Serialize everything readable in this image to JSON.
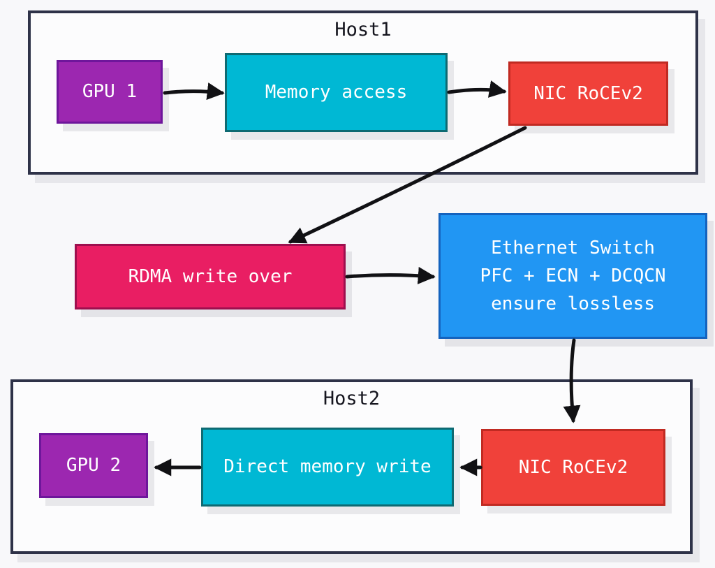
{
  "canvas": {
    "background": "#F8F8FA",
    "arrow_color": "#111114",
    "host_border_color": "#2E3248",
    "host_fill": "#FCFCFD"
  },
  "host1": {
    "title": "Host1"
  },
  "host2": {
    "title": "Host2"
  },
  "nodes": {
    "gpu1": {
      "label": "GPU 1",
      "fill": "#9C27B0",
      "border": "#6E169B",
      "style": "background:#9C27B0;border-color:#6E169B"
    },
    "memory_access": {
      "label": "Memory access",
      "fill": "#00B8D4",
      "border": "#0E6A72",
      "style": "background:#00B8D4;border-color:#0E6A72"
    },
    "nic1": {
      "label": "NIC RoCEv2",
      "fill": "#F0413A",
      "border": "#C02A22",
      "style": "background:#F0413A;border-color:#C02A22"
    },
    "rdma": {
      "label": "RDMA write over",
      "fill": "#E91E63",
      "border": "#9E0F4E",
      "style": "background:#E91E63;border-color:#9E0F4E"
    },
    "eth_switch": {
      "lines": [
        "Ethernet Switch",
        "PFC + ECN + DCQCN",
        "ensure lossless"
      ],
      "fill": "#2196F3",
      "border": "#1463BE",
      "style": "background:#2196F3;border-color:#1463BE"
    },
    "nic2": {
      "label": "NIC RoCEv2",
      "fill": "#F0413A",
      "border": "#C02A22",
      "style": "background:#F0413A;border-color:#C02A22"
    },
    "direct_write": {
      "label": "Direct memory write",
      "fill": "#00B8D4",
      "border": "#0E6A72",
      "style": "background:#00B8D4;border-color:#0E6A72"
    },
    "gpu2": {
      "label": "GPU 2",
      "fill": "#9C27B0",
      "border": "#6E169B",
      "style": "background:#9C27B0;border-color:#6E169B"
    }
  },
  "edges": [
    {
      "from": "GPU 1",
      "to": "Memory access"
    },
    {
      "from": "Memory access",
      "to": "NIC RoCEv2 (Host1)"
    },
    {
      "from": "NIC RoCEv2 (Host1)",
      "to": "RDMA write over"
    },
    {
      "from": "RDMA write over",
      "to": "Ethernet Switch"
    },
    {
      "from": "Ethernet Switch",
      "to": "NIC RoCEv2 (Host2)"
    },
    {
      "from": "NIC RoCEv2 (Host2)",
      "to": "Direct memory write"
    },
    {
      "from": "Direct memory write",
      "to": "GPU 2"
    }
  ]
}
